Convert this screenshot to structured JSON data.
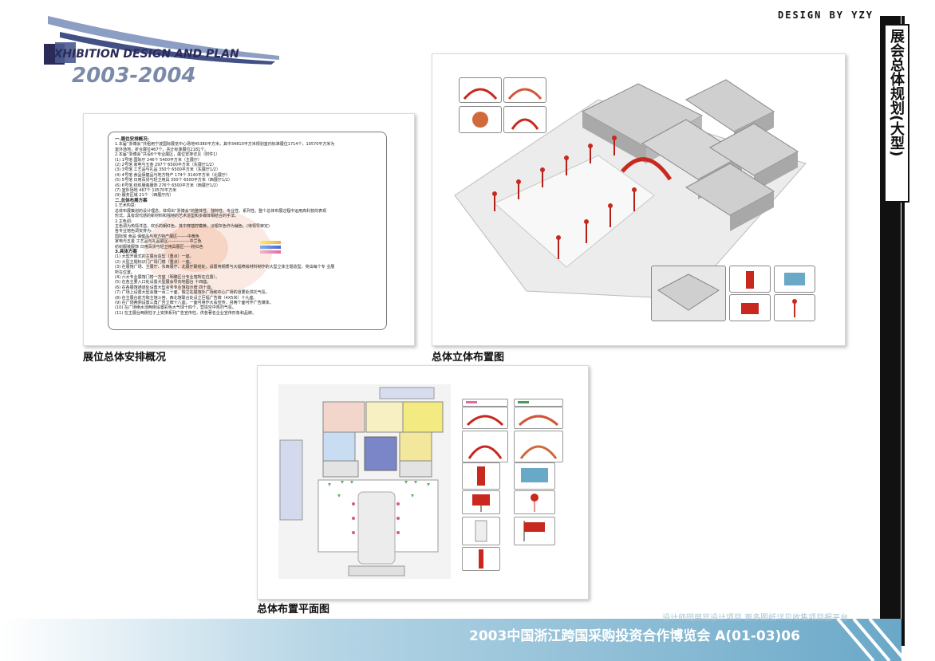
{
  "header": {
    "logo_title": "EXHIBITION DESIGN AND PLAN",
    "logo_year": "2003-2004",
    "design_by": "DESIGN BY YZY"
  },
  "side": {
    "title": "展会总体规划(大型)"
  },
  "panels": {
    "layout_overview": {
      "caption": "展位总体安排概况",
      "lines": [
        {
          "text": "一.展位安排概况:",
          "bold": true
        },
        {
          "text": "1.本届“浙博会”共租用宁波国际展览中心场地45380平方米，其中34810平方米规划室内标准展位1714个，10570平方米为",
          "bold": false
        },
        {
          "text": "室外场地，折合展位467个，共计标准展位2181个。",
          "bold": false
        },
        {
          "text": "2.本届“浙博会”共设6个专业展区，展位安排详见（附件1）",
          "bold": false
        },
        {
          "text": "(1) 1号馆   国际厅                246个      5400平方米（主展厅）",
          "bold": false
        },
        {
          "text": "(2) 2号馆   家电与五金           297个      6500平方米（东展厅1/2）",
          "bold": false
        },
        {
          "text": "(3) 3号馆   工艺品与礼品         350个      6500平方米（东展厅1/2）",
          "bold": false
        },
        {
          "text": "(4) 4号馆   食品保健品与地方特产 174个      3140平方米（北展厅）",
          "bold": false
        },
        {
          "text": "(5) 5号馆   日用百货与轻卫用具   350个      6500平方米（西展厅1/2）",
          "bold": false
        },
        {
          "text": "(6) 6号馆   纺织服装服饰         276个      6500平方米（西展厅1/2）",
          "bold": false
        },
        {
          "text": "(7) 室外场地                        467个      10570平方米",
          "bold": false
        },
        {
          "text": "(9) 服务区域                        21个                         （西展厅内）",
          "bold": false
        },
        {
          "text": "二.总体布展方案",
          "bold": true
        },
        {
          "text": "1.艺术构思:",
          "bold": false
        },
        {
          "text": "总体布展策划的设计理念，体现出“浙博会”的整体性、独特性、专业性、系列性。整个总体布展过程中运用高科技的表现",
          "bold": false
        },
        {
          "text": "形式，具有现代感的新材料和独特的艺术造型和多媒体相结合的手法。",
          "bold": false
        },
        {
          "text": "2.主色调:",
          "bold": false
        },
        {
          "text": "主色调为热情洋溢、欢乐的朝红色，其中穿插柠檬黄、淡银灰色作为辅色。(待领导审定)",
          "bold": false
        },
        {
          "text": "各专业馆色调安排为:",
          "bold": false
        },
        {
          "text": "国际馆 食品 保健品与地方特产展区-------中黄色",
          "bold": false
        },
        {
          "text": "家电与五金 工艺品与礼品展区---------------中兰色",
          "bold": false
        },
        {
          "text": "纺织服装服饰 日用百货与轻卫用具展区-----粉红色",
          "bold": false
        },
        {
          "text": "3.具体方案",
          "bold": true
        },
        {
          "text": "(1) 大型开幕式的主展台造型（重点）一座。",
          "bold": false
        },
        {
          "text": "(2) 大型主题标识门广场门楼（重点）一座。",
          "bold": false
        },
        {
          "text": "(3) 在展馆广场、主展厅、东西展厅、北展厅联结处，设置用钢质与大幅喷绘材料制作的大型立体主题造型，突出每个专 业展",
          "bold": false
        },
        {
          "text": "所在位置。",
          "bold": false
        },
        {
          "text": "(4) 六大专业展馆门楼一方座（明确区分专业馆所在位置）。",
          "bold": false
        },
        {
          "text": "(5) 在各主要入口处设置大型展会导向地图台 十四座。",
          "bold": false
        },
        {
          "text": "(6) 在各展馆通道处设置大型会务专业馆指示牌 四十座。",
          "bold": false
        },
        {
          "text": "(7) 广场上设置大型会旗一百二十面，独立在展馆外广场和中心广场的道要处烘托气氛。",
          "bold": false
        },
        {
          "text": "(8) 在主展台前方和主馆斗宫、西北馆联合处设立巨幅广告牌（4X5米）十九座。",
          "bold": false
        },
        {
          "text": "(9) 在广场两侧设置三角广告立牌十八座，一面可用作大会宣传，另两个面可作广告媒体。",
          "bold": false
        },
        {
          "text": "(10) 在广场绝水池两侧设置彩色大气球十四个，营造空中热烈气氛。",
          "bold": false
        },
        {
          "text": "(11) 在主展台两侧柱子上安排系列广告宣传柱，供各著名企业宣传形象和品牌。",
          "bold": false
        }
      ]
    },
    "aerial": {
      "caption": "总体立体布置图"
    },
    "floorplan": {
      "caption": "总体布置平面图"
    }
  },
  "footer": {
    "title": "2003中国浙江跨国采购投资合作博览会  A(01-03)06",
    "watermark": "设计师园展览设计项目 更多图纸详见收集项目报平台"
  },
  "colors": {
    "accent_red": "#c8281e",
    "footer_blue": "#6aa8c8",
    "hall_yellow": "#f4e96a",
    "hall_blue": "#7b86c8",
    "hall_pink": "#f2b2c8"
  }
}
